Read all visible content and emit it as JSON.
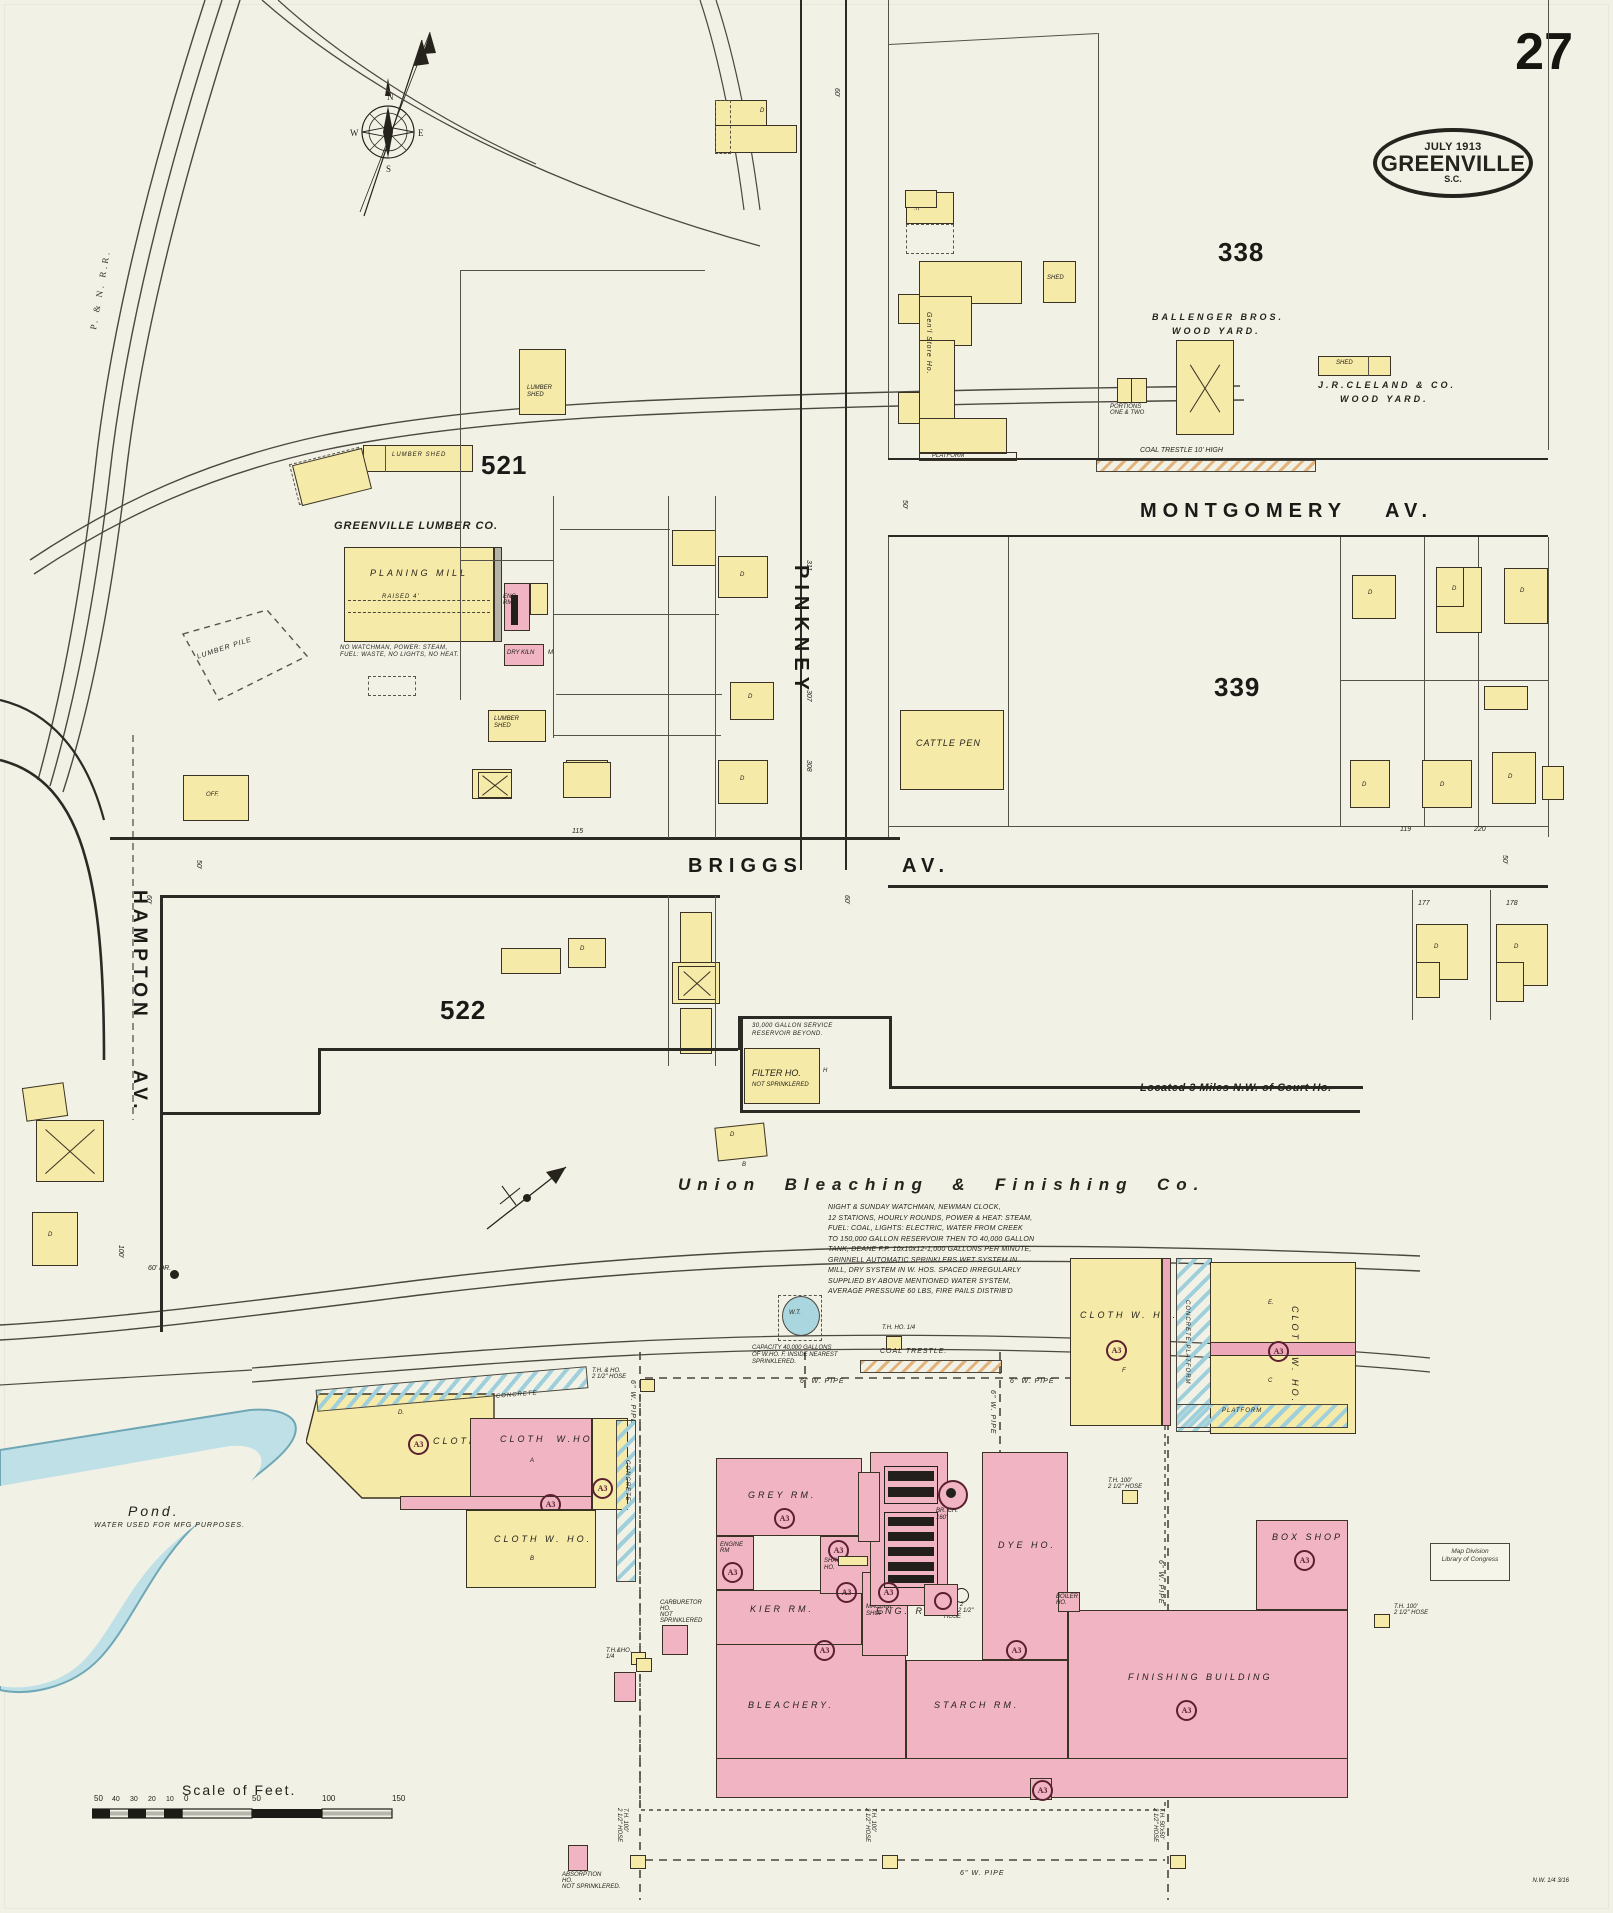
{
  "sheet": {
    "page_number": "27",
    "emblem": {
      "date": "JULY 1913",
      "city": "GREENVILLE",
      "state": "S.C."
    },
    "scale": {
      "title": "Scale of Feet.",
      "ticks_left": [
        "50",
        "40",
        "30",
        "20",
        "10",
        "0"
      ],
      "ticks_right": [
        "50",
        "100",
        "150"
      ]
    },
    "location_note": "Located 3 Miles N.W. of Court Ho.",
    "compass_label": "N",
    "stamp": {
      "line1": "Map Division",
      "line2": "Library of Congress"
    },
    "corner_mark": "N.W. 1/4 3/16"
  },
  "streets": [
    {
      "name": "MONTGOMERY",
      "suffix": "AV."
    },
    {
      "name": "BRIGGS",
      "suffix": "AV."
    },
    {
      "name": "PINKNEY",
      "suffix": ""
    },
    {
      "name": "HAMPTON",
      "suffix": "AV."
    }
  ],
  "blocks": [
    {
      "number": "338"
    },
    {
      "number": "339"
    },
    {
      "number": "521"
    },
    {
      "number": "522"
    }
  ],
  "companies": {
    "lumber": {
      "name": "GREENVILLE LUMBER CO.",
      "mill": "PLANING MILL",
      "mill_sub": "RAISED 4'",
      "notes": "NO WATCHMAN, POWER: STEAM,\nFUEL: WASTE, NO LIGHTS, NO HEAT.",
      "sheds": [
        "LUMBER SHED",
        "LUMBER SHED",
        "LUMBER SHED"
      ],
      "pile": "LUMBER PILE",
      "dry_kiln": "DRY KILN",
      "eng_room": "ENG.\nRM.",
      "boiler": "BOILER"
    },
    "ballenger": {
      "name": "BALLENGER BROS.",
      "sub": "WOOD YARD."
    },
    "cleland": {
      "name": "J.R.CLELAND & CO.",
      "sub": "WOOD YARD."
    },
    "union": {
      "name": "Union  Bleaching  &  Finishing  Co.",
      "notes": "NIGHT & SUNDAY WATCHMAN, NEWMAN CLOCK,\n12 STATIONS, HOURLY ROUNDS, POWER & HEAT: STEAM,\nFUEL: COAL, LIGHTS: ELECTRIC, WATER FROM CREEK\nTO 150,000 GALLON RESERVOIR THEN TO 40,000 GALLON\nTANK, DEANE F.P. 10x10x12-1,000 GALLONS PER MINUTE,\nGRINNELL AUTOMATIC SPRINKLERS WET SYSTEM IN\nMILL, DRY SYSTEM IN W. HOS. SPACED IRREGULARLY\nSUPPLIED BY ABOVE MENTIONED WATER SYSTEM,\nAVERAGE PRESSURE 60 LBS, FIRE PAILS DISTRIB'D",
      "wt_note": "CAPACITY 40,000 GALLONS\nOF W.HO. F. INSIDE NEAREST\nSPRINKLERED."
    }
  },
  "buildings": [
    {
      "label": "Gen'l Store Ho.",
      "kind": "yellow"
    },
    {
      "label": "SHED",
      "kind": "yellow"
    },
    {
      "label": "SHED",
      "kind": "yellow"
    },
    {
      "label": "PLATFORM",
      "kind": "outline"
    },
    {
      "label": "CATTLE PEN",
      "kind": "yellow"
    },
    {
      "label": "OFF.",
      "kind": "yellow"
    },
    {
      "label": "FILTER HO.",
      "sub": "NOT SPRINKLERED",
      "kind": "yellow"
    },
    {
      "label": "CLOTH W. HO.",
      "sub": "A",
      "kind": "pink"
    },
    {
      "label": "CLOTH W. HO.",
      "sub": "B",
      "kind": "yellow"
    },
    {
      "label": "CLOTH W. HO.",
      "sub": "F",
      "kind": "yellow"
    },
    {
      "label": "CLOTH W. HO.",
      "sub": "C",
      "kind": "yellow"
    },
    {
      "label": "GREY RM.",
      "kind": "pink"
    },
    {
      "label": "KIER RM.",
      "kind": "pink"
    },
    {
      "label": "BLEACHERY.",
      "kind": "pink"
    },
    {
      "label": "STARCH RM.",
      "kind": "pink"
    },
    {
      "label": "DYE HO.",
      "kind": "pink"
    },
    {
      "label": "ENG. ROOM",
      "kind": "pink"
    },
    {
      "label": "MACHINE SHOP",
      "kind": "pink"
    },
    {
      "label": "SHAVING HO.",
      "kind": "yellow"
    },
    {
      "label": "BOX SHOP",
      "kind": "pink"
    },
    {
      "label": "FINISHING BUILDING",
      "kind": "pink"
    },
    {
      "label": "CARBURETOR HO.",
      "sub": "NOT SPRINKLERED",
      "kind": "pink"
    },
    {
      "label": "ABSORPTION HO.",
      "sub": "NOT SPRINKLERED",
      "kind": "pink"
    }
  ],
  "annotations": {
    "coal_trestle_top": "COAL TRESTLE 10' HIGH",
    "coal_trestle_mid": "COAL TRESTLE.",
    "reservoir": "30,000 GALLON SERVICE\nRESERVOIR BEYOND.",
    "pond": "Pond.",
    "pond_sub": "WATER USED FOR MFG PURPOSES.",
    "wt": "W.T.",
    "concrete": "CONCRETE",
    "concrete_platform": "CONCRETE PLATFORM",
    "platform": "PLATFORM",
    "pipe_6w": "6\" W. PIPE",
    "pipe_6w_b": "6\" W. PIPE",
    "pipe_6w_c": "6\" W. PIPE",
    "hyd_hose": "HYD. 2\nH.O. 2 1/2\"\nHOSE",
    "brick_stack": "BR. CH.\n160'",
    "th_hose_a": "T.H. & HO.\n2 1/2\" HOSE",
    "th_hose_b": "T.H. HO. 2 1/2\"\nHOSE",
    "th_hose_c": "T.H. 100'\n2 1/2\" HOSE",
    "th_hose_d": "T.H. 100'\n2 1/2\" HOSE",
    "th_hose_e": "T.H. 100'\n2 1/2\" HOSE",
    "th_hose_f": "T.H. 100'\n2 1/2\" HOSE",
    "th_hose_g": "T.H. 50'x50'\n2 1/2\" HOSE",
    "hose_note": "T.H. HO. 1/4",
    "portions_two": "PORTIONS\nONE & TWO",
    "d_letters": [
      "D",
      "D",
      "D",
      "D",
      "D",
      "D",
      "D",
      "D",
      "D",
      "D",
      "D",
      "D"
    ],
    "lot_numbers": [
      "311",
      "307",
      "308",
      "115",
      "119",
      "220",
      "177",
      "178"
    ],
    "widths": [
      "60'",
      "50'",
      "50'",
      "60'",
      "60'",
      "60' DR.",
      "50'",
      "50'",
      "100'"
    ]
  },
  "colors": {
    "paper": "#f2f1e6",
    "yellow_frame": "#f6eaa8",
    "pink_brick": "#f0b4c2",
    "water": "#bfe0e6",
    "ink": "#25231c",
    "marker_red": "#5a2030"
  }
}
